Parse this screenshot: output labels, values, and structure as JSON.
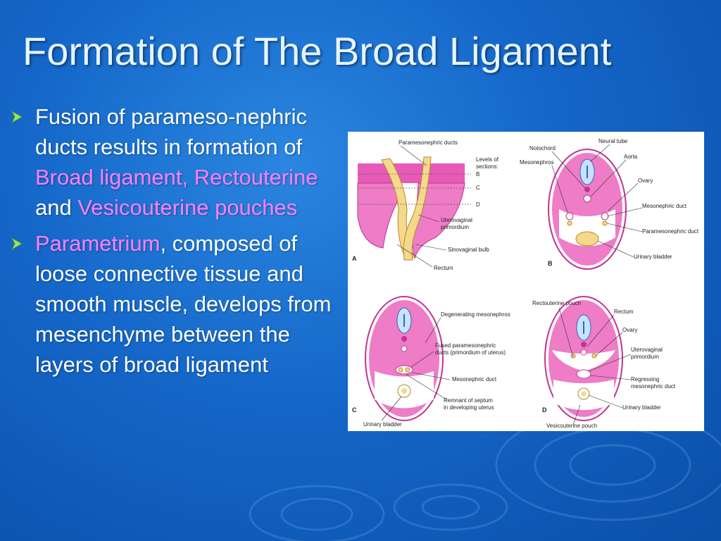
{
  "slide": {
    "title": "Formation of The Broad Ligament",
    "bullets": [
      {
        "t1": "Fusion of parameso-nephric ducts results in formation of ",
        "h1": "Broad ligament, Rectouterine",
        "t2": " and ",
        "h2": "Vesicouterine pouches"
      },
      {
        "h1": "Parametrium",
        "t1": ", composed of loose connective tissue and smooth muscle, develops from mesenchyme between the layers of broad ligament"
      }
    ]
  },
  "figure": {
    "panel_a": {
      "letter": "A",
      "labels": {
        "paramesonephric_ducts": "Paramesonephric ducts",
        "levels": "Levels of",
        "sections": "sections:",
        "b": "B",
        "c": "C",
        "d": "D",
        "uterovaginal": "Uterovaginal",
        "primordium": "primordium",
        "sinovaginal": "Sinovaginal bulb",
        "rectum": "Rectum"
      }
    },
    "panel_b": {
      "letter": "B",
      "labels": {
        "neural_tube": "Neural tube",
        "notochord": "Notochord",
        "aorta": "Aorta",
        "mesonephros": "Mesonephros",
        "ovary": "Ovary",
        "mesonephric_duct": "Mesonephric duct",
        "paramesonephric_duct": "Paramesonephric duct",
        "urinary_bladder": "Urinary bladder"
      }
    },
    "panel_c": {
      "letter": "C",
      "labels": {
        "degenerating": "Degenerating mesonephros",
        "fused1": "Fused paramesonephric",
        "fused2": "ducts (primordium of uterus)",
        "mesonephric_duct": "Mesonephric duct",
        "remnant1": "Remnant of septum",
        "remnant2": "in developing uterus",
        "urinary_bladder": "Urinary bladder"
      }
    },
    "panel_d": {
      "letter": "D",
      "labels": {
        "rectouterine_pouch": "Rectouterine pouch",
        "rectum": "Rectum",
        "ovary": "Ovary",
        "uterovaginal": "Uterovaginal",
        "primordium": "primordium",
        "regressing1": "Regressing",
        "regressing2": "mesonephric duct",
        "urinary_bladder": "Urinary bladder",
        "vesicouterine": "Vesicouterine pouch"
      }
    }
  }
}
